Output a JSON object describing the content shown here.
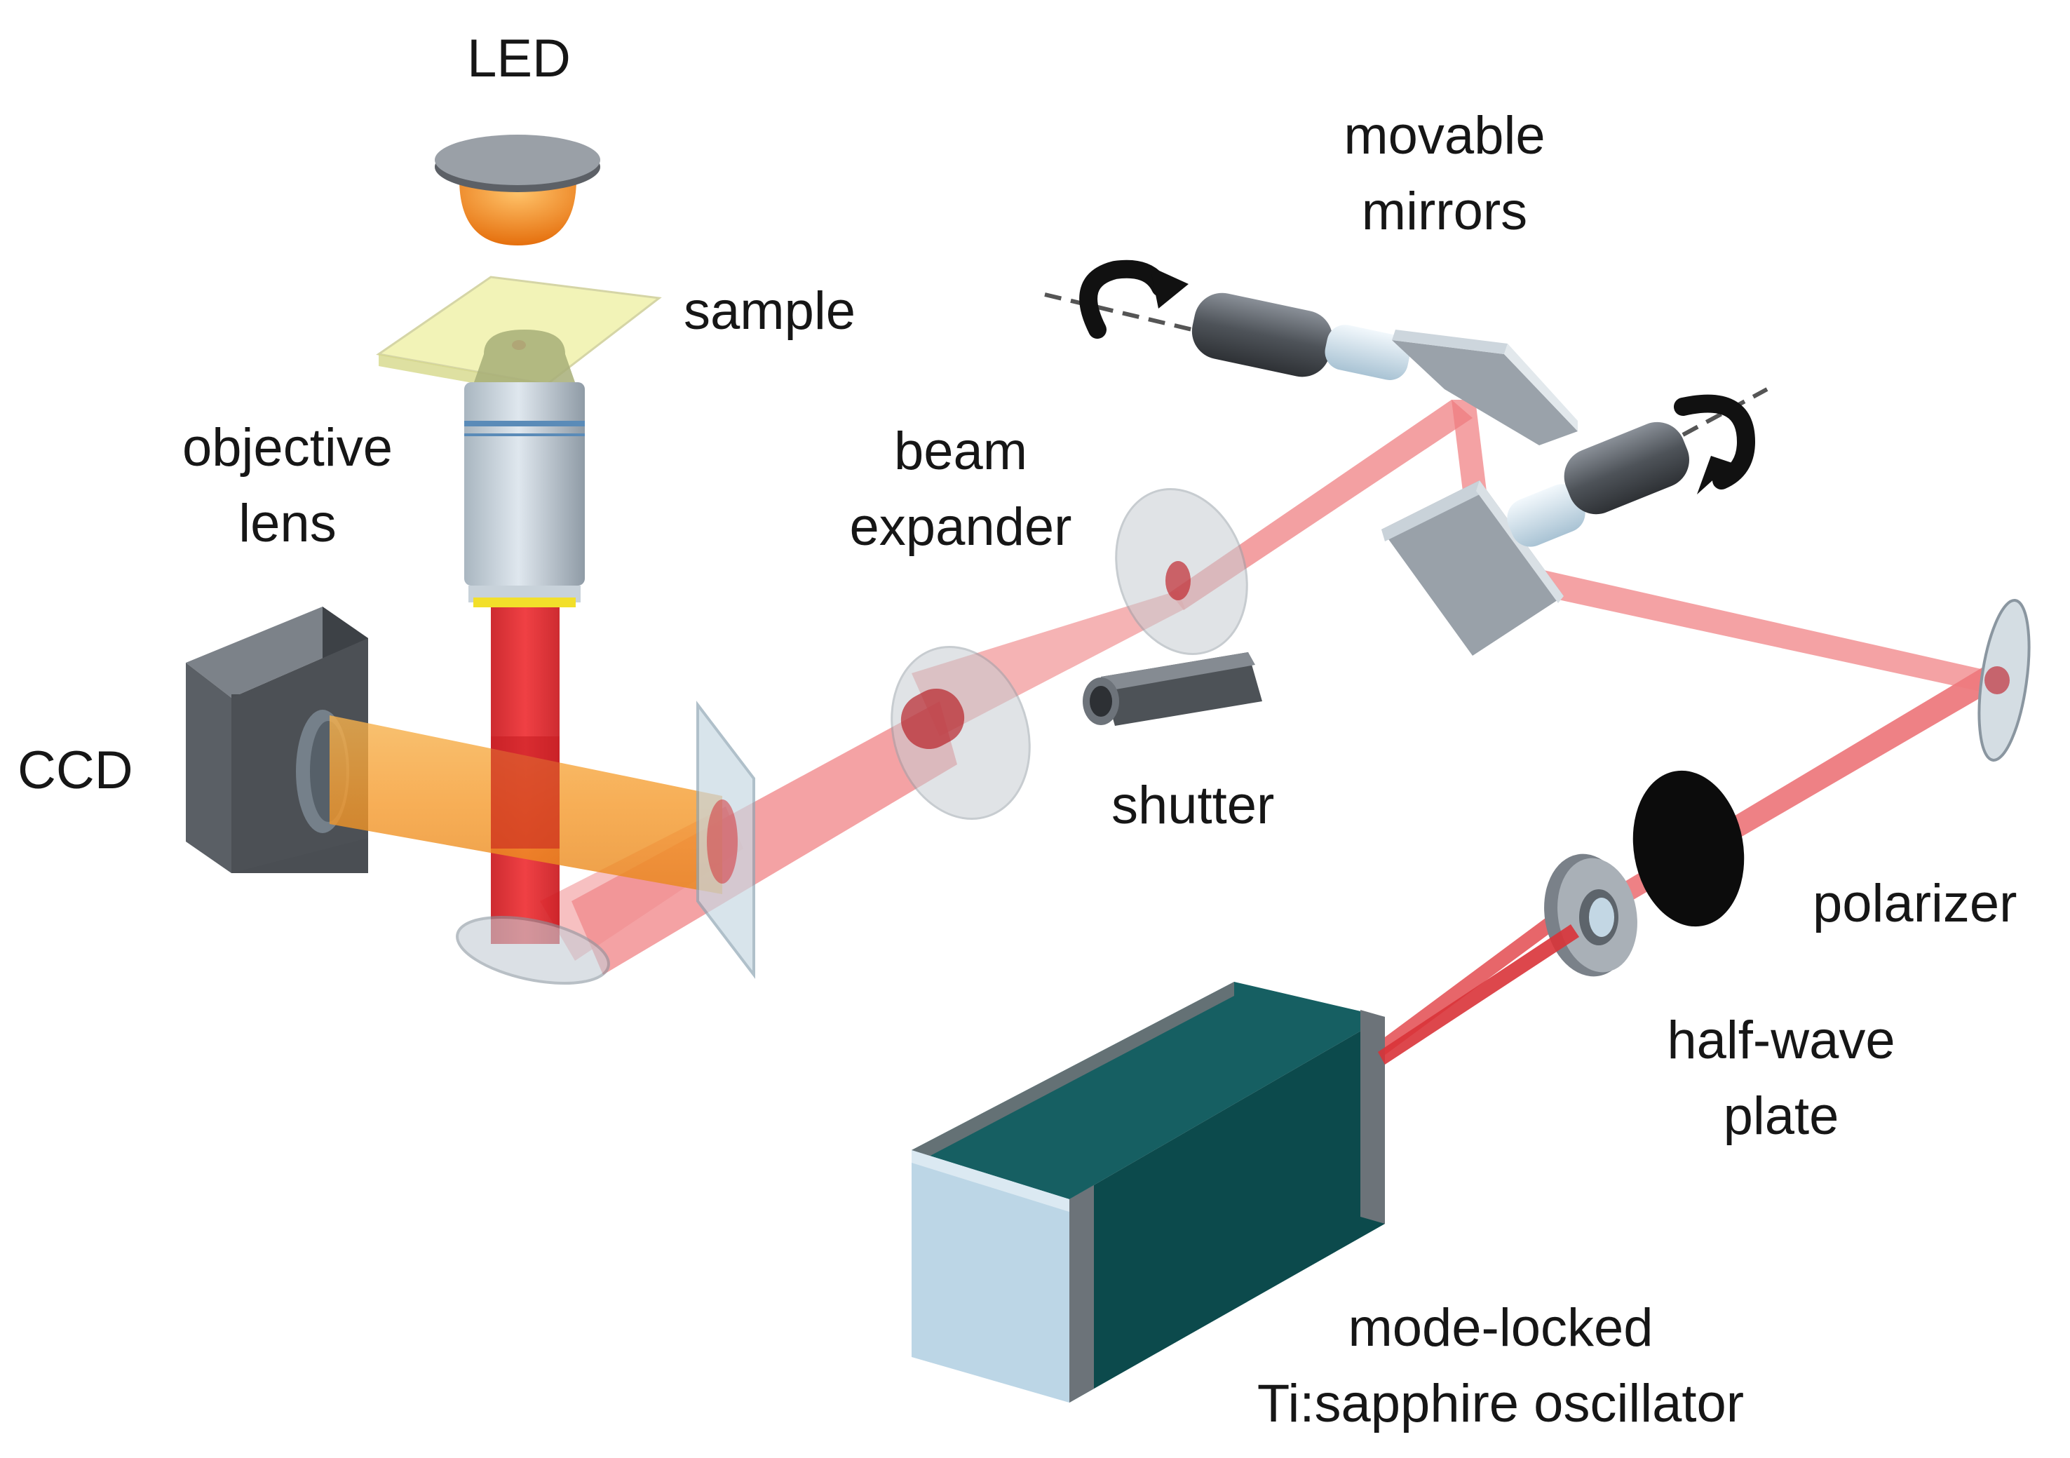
{
  "labels": {
    "led": "LED",
    "sample": "sample",
    "objective_lens": [
      "objective",
      "lens"
    ],
    "ccd": "CCD",
    "beam_expander": [
      "beam",
      "expander"
    ],
    "movable_mirrors": [
      "movable",
      "mirrors"
    ],
    "shutter": "shutter",
    "polarizer": "polarizer",
    "half_wave_plate": [
      "half-wave",
      "plate"
    ],
    "oscillator": [
      "mode-locked",
      "Ti:sapphire oscillator"
    ]
  },
  "colors": {
    "laser_beam": "#e8282c",
    "laser_beam_translucent": "#f0787a",
    "imaging_beam": "#f5a13a",
    "led_dome": "#f28a1e",
    "sample_slide": "#eef0a0",
    "laser_body": "#0f5a5c",
    "laser_end_cap": "#bcd6e6",
    "metal": "#5c6066",
    "mirror_glass": "#c4d4de"
  }
}
